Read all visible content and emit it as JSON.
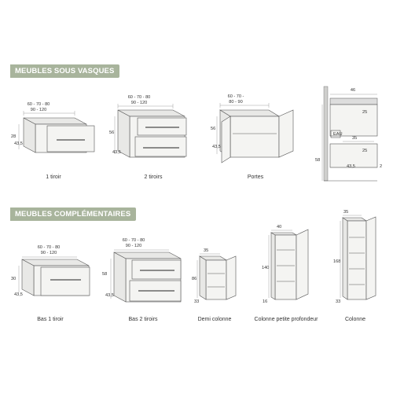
{
  "sections": {
    "vasques": {
      "title": "MEUBLES SOUS VASQUES",
      "items": [
        {
          "caption": "1 tiroir",
          "width_line1": "60 - 70 - 80",
          "width_line2": "90 - 120",
          "height": "28",
          "depth": "43,5"
        },
        {
          "caption": "2 tiroirs",
          "width_line1": "60 - 70 - 80",
          "width_line2": "90 - 120",
          "height": "56",
          "depth": "43,5"
        },
        {
          "caption": "Portes",
          "width_line1": "60 - 70 -",
          "width_line2": "80 - 90",
          "height": "56",
          "depth": "43,5"
        }
      ],
      "section_view": {
        "top_depth": "46",
        "dim_a": "25",
        "dim_b": "35",
        "dim_c": "25",
        "height": "58",
        "bottom_depth": "43,5",
        "gap": "2",
        "label_eau": "EAU"
      }
    },
    "complementaires": {
      "title": "MEUBLES COMPLÉMENTAIRES",
      "items": [
        {
          "caption": "Bas 1 tiroir",
          "width_line1": "60 - 70 - 80",
          "width_line2": "90 - 120",
          "height": "30",
          "depth": "43,5"
        },
        {
          "caption": "Bas 2 tiroirs",
          "width_line1": "60 - 70 - 80",
          "width_line2": "90 - 120",
          "height": "58",
          "depth": "43,5"
        },
        {
          "caption": "Demi colonne",
          "width": "35",
          "height": "86",
          "depth": "33"
        },
        {
          "caption": "Colonne petite profondeur",
          "width": "40",
          "height": "140",
          "depth": "16"
        },
        {
          "caption": "Colonne",
          "width": "35",
          "height": "168",
          "depth": "33"
        }
      ]
    }
  },
  "colors": {
    "badge": "#a8b49c",
    "line": "#555555"
  }
}
